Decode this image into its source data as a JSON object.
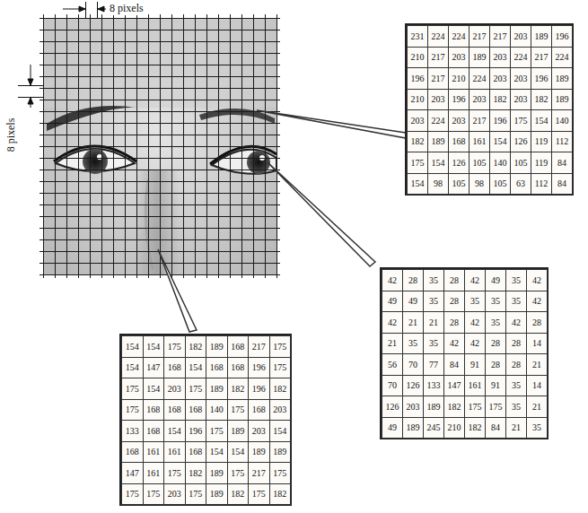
{
  "diagram": {
    "labels": [
      "8 pixels",
      "8 pixels",
      "231",
      "224",
      "224",
      "217",
      "217",
      "203",
      "189",
      "196",
      "210",
      "217",
      "203",
      "189",
      "203",
      "224",
      "217",
      "224",
      "196",
      "217",
      "210",
      "224",
      "203",
      "203",
      "196",
      "189",
      "210",
      "203",
      "196",
      "203",
      "182",
      "203",
      "182",
      "189",
      "203",
      "224",
      "203",
      "217",
      "196",
      "175",
      "154",
      "140",
      "182",
      "189",
      "168",
      "161",
      "154",
      "126",
      "119",
      "112",
      "175",
      "154",
      "126",
      "105",
      "140",
      "105",
      "119",
      "84",
      "154",
      "98",
      "105",
      "98",
      "105",
      "63",
      "112",
      "84",
      "42",
      "28",
      "35",
      "28",
      "42",
      "49",
      "35",
      "42",
      "49",
      "49",
      "35",
      "28",
      "35",
      "35",
      "35",
      "42",
      "42",
      "21",
      "21",
      "28",
      "42",
      "35",
      "42",
      "28",
      "21",
      "35",
      "35",
      "42",
      "42",
      "28",
      "28",
      "14",
      "56",
      "70",
      "77",
      "84",
      "91",
      "28",
      "28",
      "21",
      "70",
      "126",
      "133",
      "147",
      "161",
      "91",
      "35",
      "14",
      "126",
      "203",
      "189",
      "182",
      "175",
      "175",
      "35",
      "21",
      "49",
      "189",
      "245",
      "210",
      "182",
      "84",
      "21",
      "35",
      "154",
      "154",
      "175",
      "182",
      "189",
      "168",
      "217",
      "175",
      "154",
      "147",
      "168",
      "154",
      "168",
      "168",
      "196",
      "175",
      "175",
      "154",
      "203",
      "175",
      "189",
      "182",
      "196",
      "182",
      "175",
      "168",
      "168",
      "168",
      "140",
      "175",
      "168",
      "203",
      "133",
      "168",
      "154",
      "196",
      "175",
      "189",
      "203",
      "154",
      "168",
      "161",
      "161",
      "168",
      "154",
      "154",
      "189",
      "189",
      "147",
      "161",
      "175",
      "182",
      "189",
      "175",
      "217",
      "175",
      "175",
      "175",
      "203",
      "175",
      "189",
      "182",
      "175",
      "182"
    ]
  }
}
